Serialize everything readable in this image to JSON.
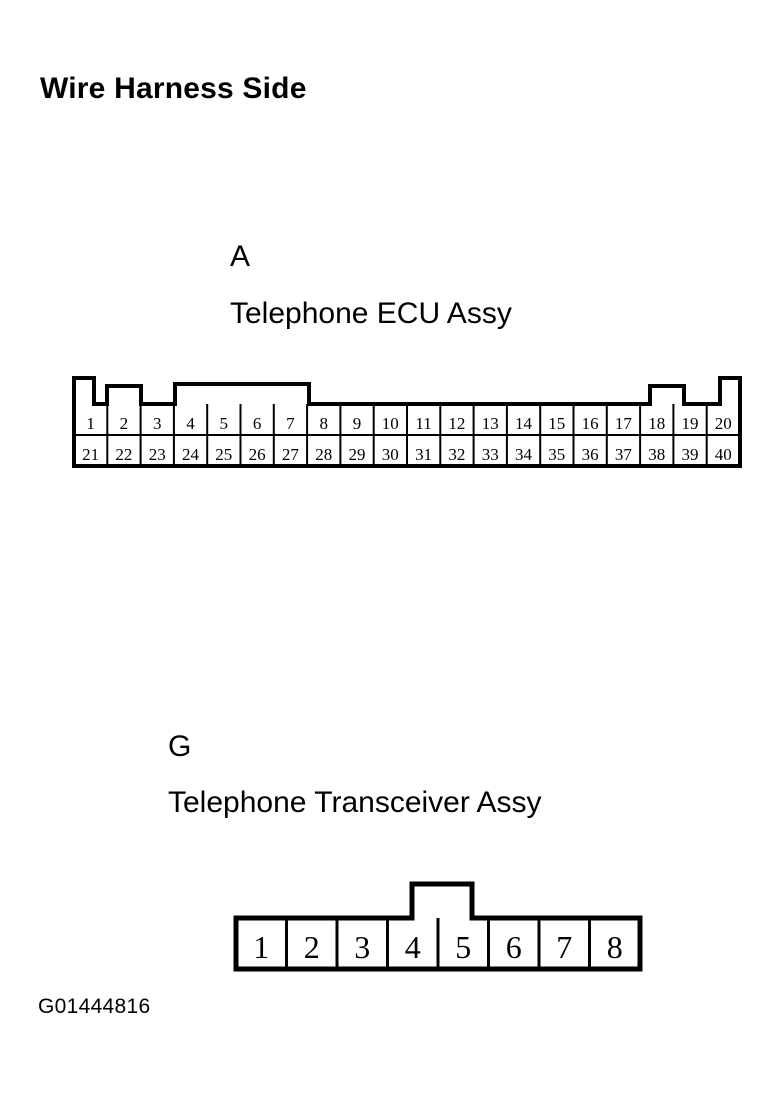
{
  "page": {
    "title": "Wire Harness Side",
    "figure_id": "G01444816"
  },
  "connectors": [
    {
      "code": "A",
      "name": "Telephone ECU Assy",
      "shape": "dual-row-40-pin",
      "rows": [
        {
          "position": "top",
          "pins": [
            "1",
            "2",
            "3",
            "4",
            "5",
            "6",
            "7",
            "8",
            "9",
            "10",
            "11",
            "12",
            "13",
            "14",
            "15",
            "16",
            "17",
            "18",
            "19",
            "20"
          ]
        },
        {
          "position": "bottom",
          "pins": [
            "21",
            "22",
            "23",
            "24",
            "25",
            "26",
            "27",
            "28",
            "29",
            "30",
            "31",
            "32",
            "33",
            "34",
            "35",
            "36",
            "37",
            "38",
            "39",
            "40"
          ]
        }
      ],
      "columns": 20,
      "tabs": [
        {
          "name": "left-edge-tab",
          "over_pins": [
            "1"
          ]
        },
        {
          "name": "notch-tab",
          "over_pins": [
            "4"
          ]
        },
        {
          "name": "raised-block",
          "over_pins": [
            "8",
            "9",
            "10",
            "11",
            "12",
            "13"
          ]
        },
        {
          "name": "notch-tab",
          "over_pins": [
            "17"
          ]
        },
        {
          "name": "right-edge-tab",
          "over_pins": [
            "20"
          ]
        }
      ]
    },
    {
      "code": "G",
      "name": "Telephone Transceiver Assy",
      "shape": "single-row-8-pin",
      "rows": [
        {
          "position": "top",
          "pins": [
            "1",
            "2",
            "3",
            "4",
            "5",
            "6",
            "7",
            "8"
          ]
        }
      ],
      "columns": 8,
      "tabs": [
        {
          "name": "center-tab",
          "over_pins": [
            "4",
            "5"
          ]
        }
      ]
    }
  ],
  "colors": {
    "ink": "#000000",
    "paper": "#ffffff"
  }
}
